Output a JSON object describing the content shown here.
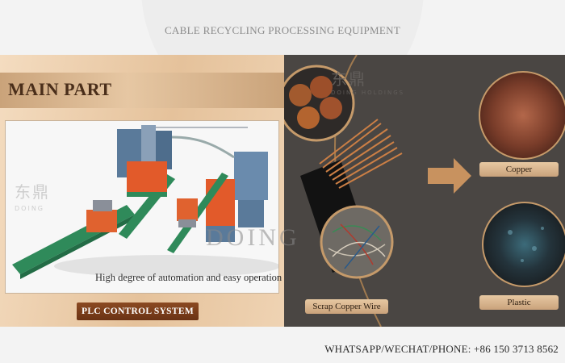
{
  "header": {
    "title": "CABLE RECYCLING PROCESSING EQUIPMENT"
  },
  "left_panel": {
    "heading": "MAIN PART",
    "caption": "High degree of automation and easy operation",
    "button_label": "PLC CONTROL SYSTEM",
    "watermark_main": "东鼎",
    "watermark_sub": "DOING"
  },
  "right_panel": {
    "copper_label": "Copper",
    "plastic_label": "Plastic",
    "scrap_label": "Scrap Copper Wire",
    "watermark_main": "东鼎",
    "watermark_sub": "DOING HOLDINGS"
  },
  "overlay_watermark": "DOING",
  "footer": {
    "contact": "WHATSAPP/WECHAT/PHONE: +86 150 3713 8562"
  },
  "colors": {
    "accent_brown": "#6a3214",
    "gold": "#d9b48c",
    "panel_dark": "#4a4643"
  }
}
